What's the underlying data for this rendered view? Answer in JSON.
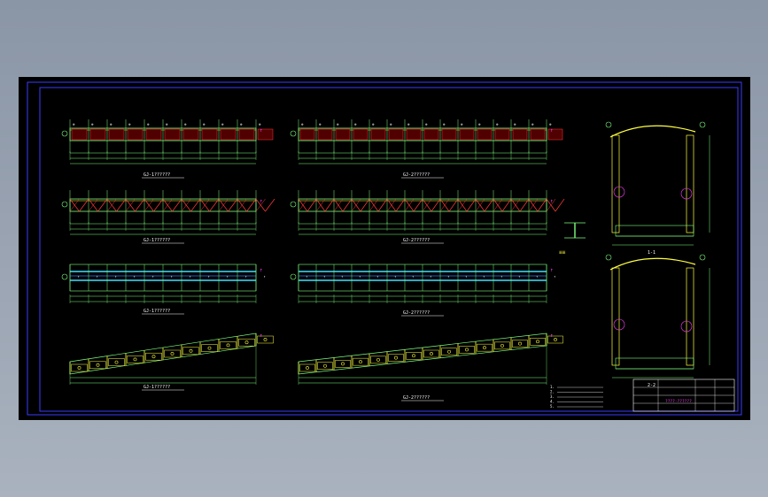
{
  "canvas": {
    "background": "#000000",
    "window_background": "#9aa4b2"
  },
  "colors": {
    "frame": "#3a3aff",
    "line": "#7dff7d",
    "dim": "#7dff7d",
    "member": "#ff3a3a",
    "beam": "#ffff40",
    "brace": "#ff40ff",
    "cyan": "#40e0ff",
    "text": "#ffffff"
  },
  "elevations": [
    {
      "id": "elev-1",
      "title": "GJ-1??????",
      "style": "rect"
    },
    {
      "id": "elev-2",
      "title": "GJ-1??????",
      "style": "truss"
    },
    {
      "id": "elev-3",
      "title": "GJ-1??????",
      "style": "plan"
    },
    {
      "id": "elev-4",
      "title": "GJ-1??????",
      "style": "slope"
    },
    {
      "id": "elev-5",
      "title": "GJ-2??????",
      "style": "rect"
    },
    {
      "id": "elev-6",
      "title": "GJ-2??????",
      "style": "truss"
    },
    {
      "id": "elev-7",
      "title": "GJ-2??????",
      "style": "plan"
    },
    {
      "id": "elev-8",
      "title": "GJ-2??????",
      "style": "slope"
    }
  ],
  "sections": [
    {
      "id": "section-1",
      "label": "1-1"
    },
    {
      "id": "section-2",
      "label": "2-2"
    }
  ],
  "notes": [
    "1.",
    "2.",
    "3.",
    "4.",
    "5."
  ],
  "title_block": {
    "drawing_title": "????-??????"
  }
}
